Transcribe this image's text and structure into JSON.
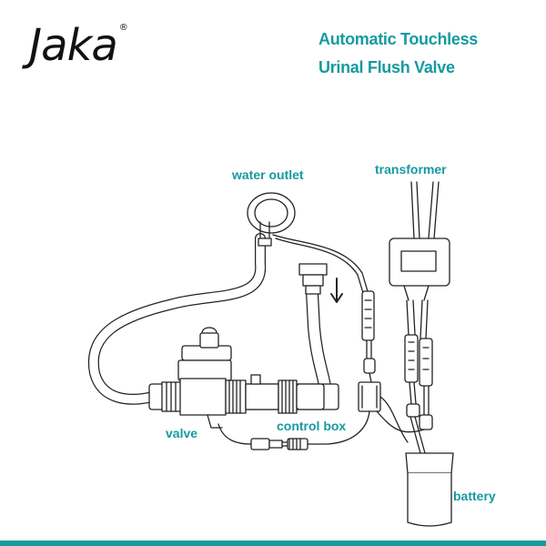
{
  "brand": {
    "name": "Jaka",
    "mark": "®"
  },
  "title": {
    "line1": "Automatic  Touchless",
    "line2": "Urinal Flush Valve"
  },
  "labels": {
    "water_outlet": "water outlet",
    "transformer": "transformer",
    "valve": "valve",
    "control_box": "control box",
    "battery": "battery"
  },
  "colors": {
    "accent": "#169aa0",
    "line": "#222222",
    "logo": "#111111"
  },
  "icons": {
    "flow_arrow": "arrow-down-icon"
  }
}
